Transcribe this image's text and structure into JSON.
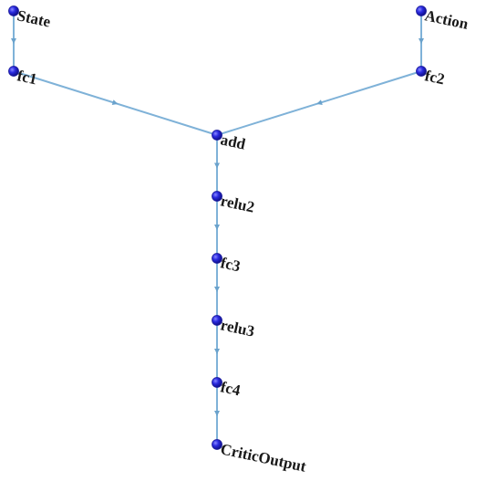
{
  "diagram": {
    "type": "layer-graph",
    "nodes": [
      {
        "id": "State",
        "label": "State"
      },
      {
        "id": "fc1",
        "label": "fc1"
      },
      {
        "id": "Action",
        "label": "Action"
      },
      {
        "id": "fc2",
        "label": "fc2"
      },
      {
        "id": "add",
        "label": "add"
      },
      {
        "id": "relu2",
        "label": "relu2"
      },
      {
        "id": "fc3",
        "label": "fc3"
      },
      {
        "id": "relu3",
        "label": "relu3"
      },
      {
        "id": "fc4",
        "label": "fc4"
      },
      {
        "id": "CriticOutput",
        "label": "CriticOutput"
      }
    ],
    "edges": [
      {
        "from": "State",
        "to": "fc1"
      },
      {
        "from": "fc1",
        "to": "add"
      },
      {
        "from": "Action",
        "to": "fc2"
      },
      {
        "from": "fc2",
        "to": "add"
      },
      {
        "from": "add",
        "to": "relu2"
      },
      {
        "from": "relu2",
        "to": "fc3"
      },
      {
        "from": "fc3",
        "to": "relu3"
      },
      {
        "from": "relu3",
        "to": "fc4"
      },
      {
        "from": "fc4",
        "to": "CriticOutput"
      }
    ],
    "colors": {
      "node": "#1f1fd0",
      "edge": "#7fb2d8",
      "label": "#1a1a1a"
    }
  }
}
